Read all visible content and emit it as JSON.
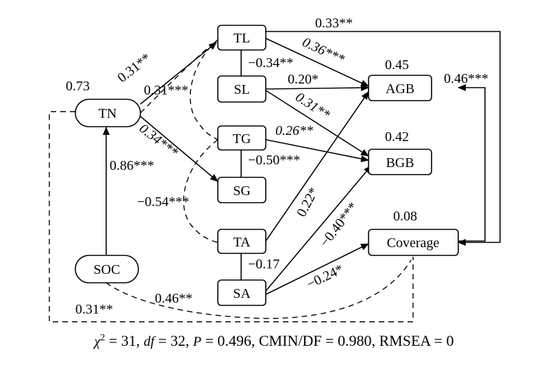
{
  "nodes": {
    "TN": "TN",
    "SOC": "SOC",
    "TL": "TL",
    "SL": "SL",
    "TG": "TG",
    "SG": "SG",
    "TA": "TA",
    "SA": "SA",
    "AGB": "AGB",
    "BGB": "BGB",
    "Coverage": "Coverage"
  },
  "r2": {
    "TN": "0.73",
    "AGB": "0.45",
    "BGB": "0.42",
    "Coverage": "0.08"
  },
  "paths": {
    "TN_TL": "0.31**",
    "TN_TG": "0.31***",
    "TN_SG": "0.34***",
    "SOC_TN": "0.86***",
    "TN_SA": "−0.54***",
    "TL_SL": "−0.34**",
    "TL_AGB": "0.36***",
    "TL_Coverage": "0.33**",
    "SL_AGB": "0.20*",
    "SL_BGB": "0.31**",
    "TG_BGB": "0.26**",
    "TG_SG": "−0.50***",
    "TA_AGB": "0.22*",
    "TA_SA": "−0.17",
    "SA_BGB": "−0.40***",
    "SA_Coverage": "−0.24*",
    "Coverage_AGB": "0.46***",
    "SOC_Coverage": "0.46**",
    "TN_Coverage": "0.31**"
  },
  "fit": {
    "chi_symbol": "χ",
    "chi_sup": "2",
    "chi_value": " = 31, ",
    "df_label": "df",
    "df_value": " = 32, ",
    "p_label": "P",
    "rest": " = 0.496, CMIN/DF = 0.980, RMSEA = 0"
  }
}
